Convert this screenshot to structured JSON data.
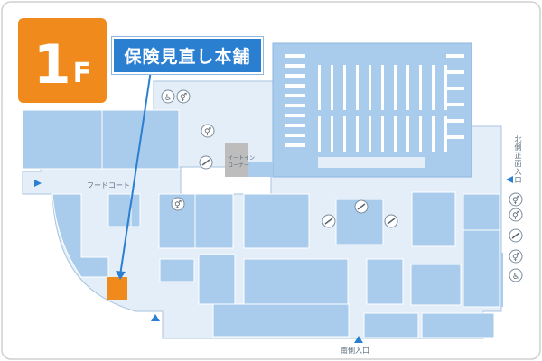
{
  "floor": {
    "number": "1",
    "suffix": "F"
  },
  "callout": {
    "label": "保険見直し本舗"
  },
  "labels": {
    "food_court": "フードコート",
    "eat_in": "イートイン\nコーナー",
    "north_entrance": "北側正面入口",
    "south_entrance": "南側入口"
  },
  "colors": {
    "badge": "#f08a1c",
    "callout": "#2b7fd1",
    "store": "#a9cbec",
    "corridor": "#e3eef9",
    "highlight": "#f08a1c",
    "eatin": "#bdbdbd"
  },
  "icons": [
    "elevator-icon",
    "restroom-icon",
    "escalator-icon",
    "entrance-arrow-icon"
  ]
}
